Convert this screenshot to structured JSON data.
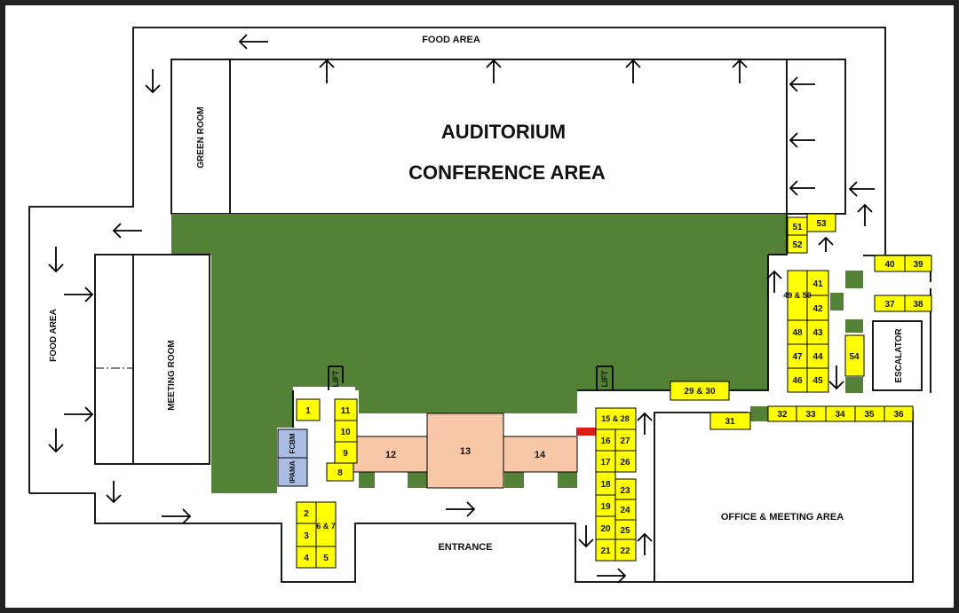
{
  "labels": {
    "auditorium": "AUDITORIUM",
    "conference": "CONFERENCE AREA",
    "food_top": "FOOD AREA",
    "food_left": "FOOD AREA",
    "green_room": "GREEN ROOM",
    "meeting_room": "MEETING ROOM",
    "entrance": "ENTRANCE",
    "office": "OFFICE & MEETING AREA",
    "escalator": "ESCALATOR",
    "lift_left": "LIFT",
    "lift_right": "LIFT",
    "fcbm": "FCBM",
    "ipama": "IPAMA"
  },
  "booths": {
    "b1": "1",
    "b2": "2",
    "b3": "3",
    "b4": "4",
    "b5": "5",
    "b6_7": "6 & 7",
    "b8": "8",
    "b9": "9",
    "b10": "10",
    "b11": "11",
    "b12": "12",
    "b13": "13",
    "b14": "14",
    "b15_28": "15 & 28",
    "b16": "16",
    "b27": "27",
    "b17": "17",
    "b26": "26",
    "b18": "18",
    "b23": "23",
    "b19": "19",
    "b24": "24",
    "b20": "20",
    "b25": "25",
    "b21": "21",
    "b22": "22",
    "b29_30": "29 & 30",
    "b31": "31",
    "b32": "32",
    "b33": "33",
    "b34": "34",
    "b35": "35",
    "b36": "36",
    "b37": "37",
    "b38": "38",
    "b39": "39",
    "b40": "40",
    "b41": "41",
    "b42": "42",
    "b43": "43",
    "b44": "44",
    "b45": "45",
    "b46": "46",
    "b47": "47",
    "b48": "48",
    "b49_50": "49 & 50",
    "b51": "51",
    "b52": "52",
    "b53": "53",
    "b54": "54"
  },
  "colors": {
    "booth": "#ffff00",
    "green_area": "#538135",
    "feature_booth": "#f7c7a7",
    "sponsor": "#a9bde3",
    "background": "#ffffff",
    "frame": "#222222"
  }
}
